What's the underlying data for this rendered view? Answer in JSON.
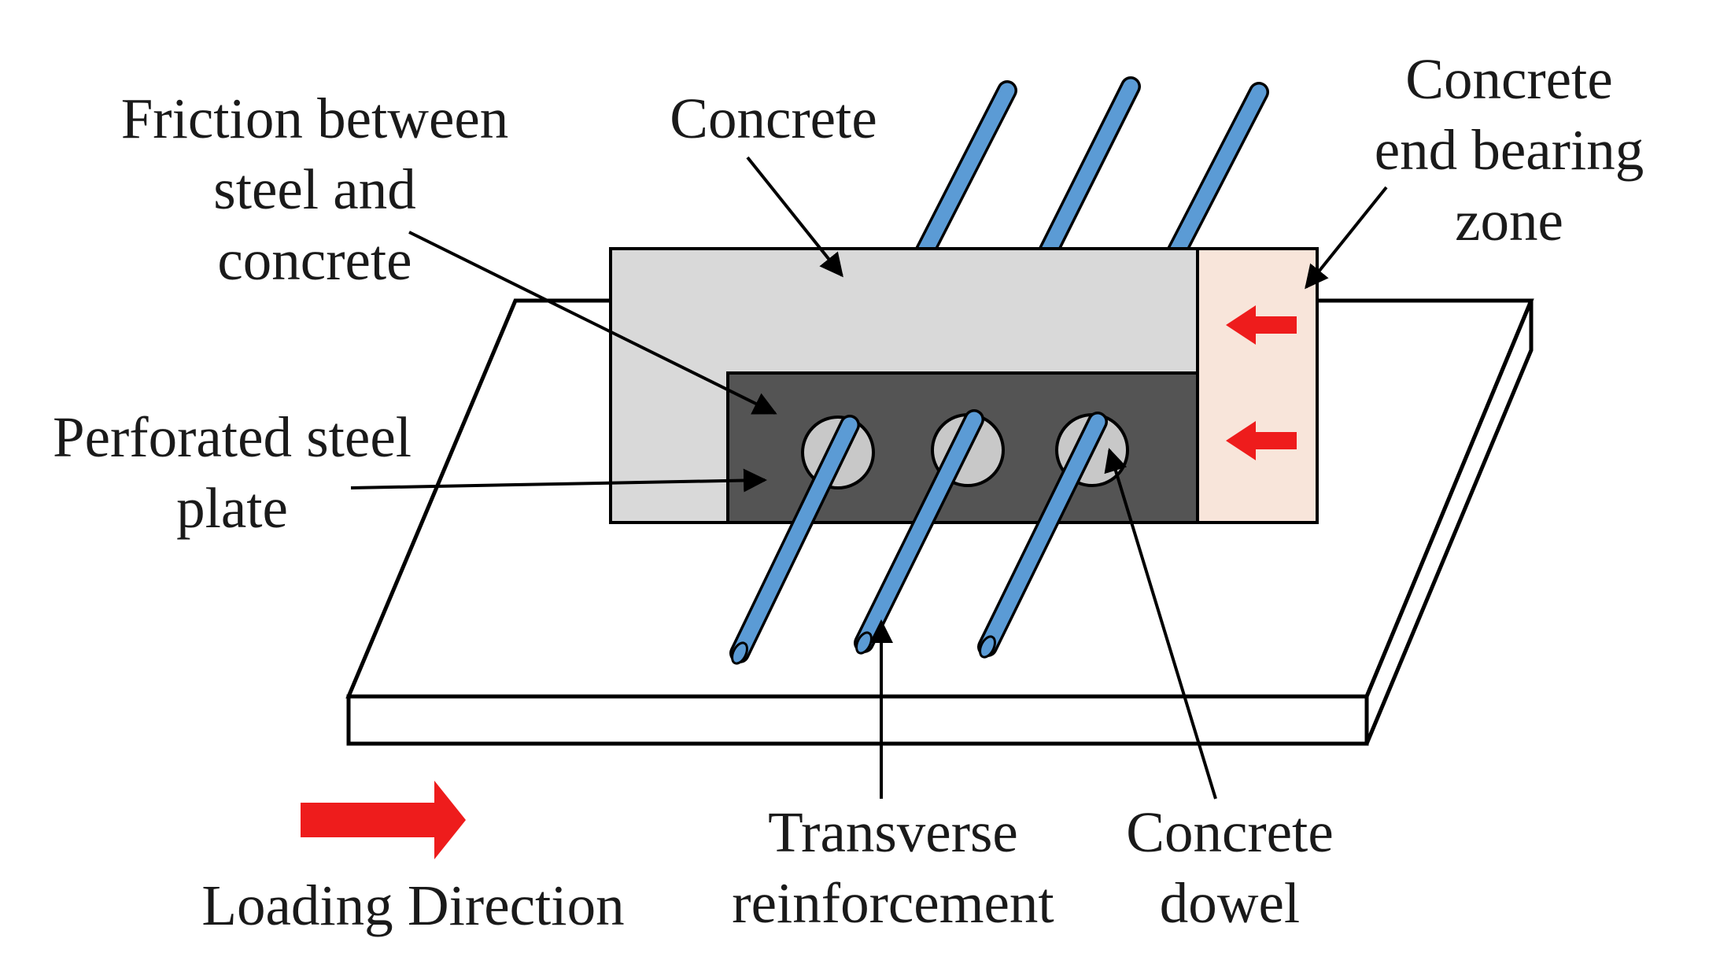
{
  "diagram": {
    "labels": {
      "friction": [
        "Friction between",
        "steel and",
        "concrete"
      ],
      "concrete": [
        "Concrete"
      ],
      "end_bearing": [
        "Concrete",
        "end bearing",
        "zone"
      ],
      "perforated_plate": [
        "Perforated steel",
        "plate"
      ],
      "transverse": [
        "Transverse",
        "reinforcement"
      ],
      "dowel": [
        "Concrete",
        "dowel"
      ],
      "loading": [
        "Loading Direction"
      ]
    },
    "colors": {
      "concrete": "#d9d9d9",
      "steel_plate": "#545454",
      "end_bearing_zone": "#f8e5da",
      "rebar": "#5b9bd5",
      "dowel_hole": "#c8c8c8",
      "load_arrow": "#ee1c1c",
      "outline": "#000000"
    }
  }
}
